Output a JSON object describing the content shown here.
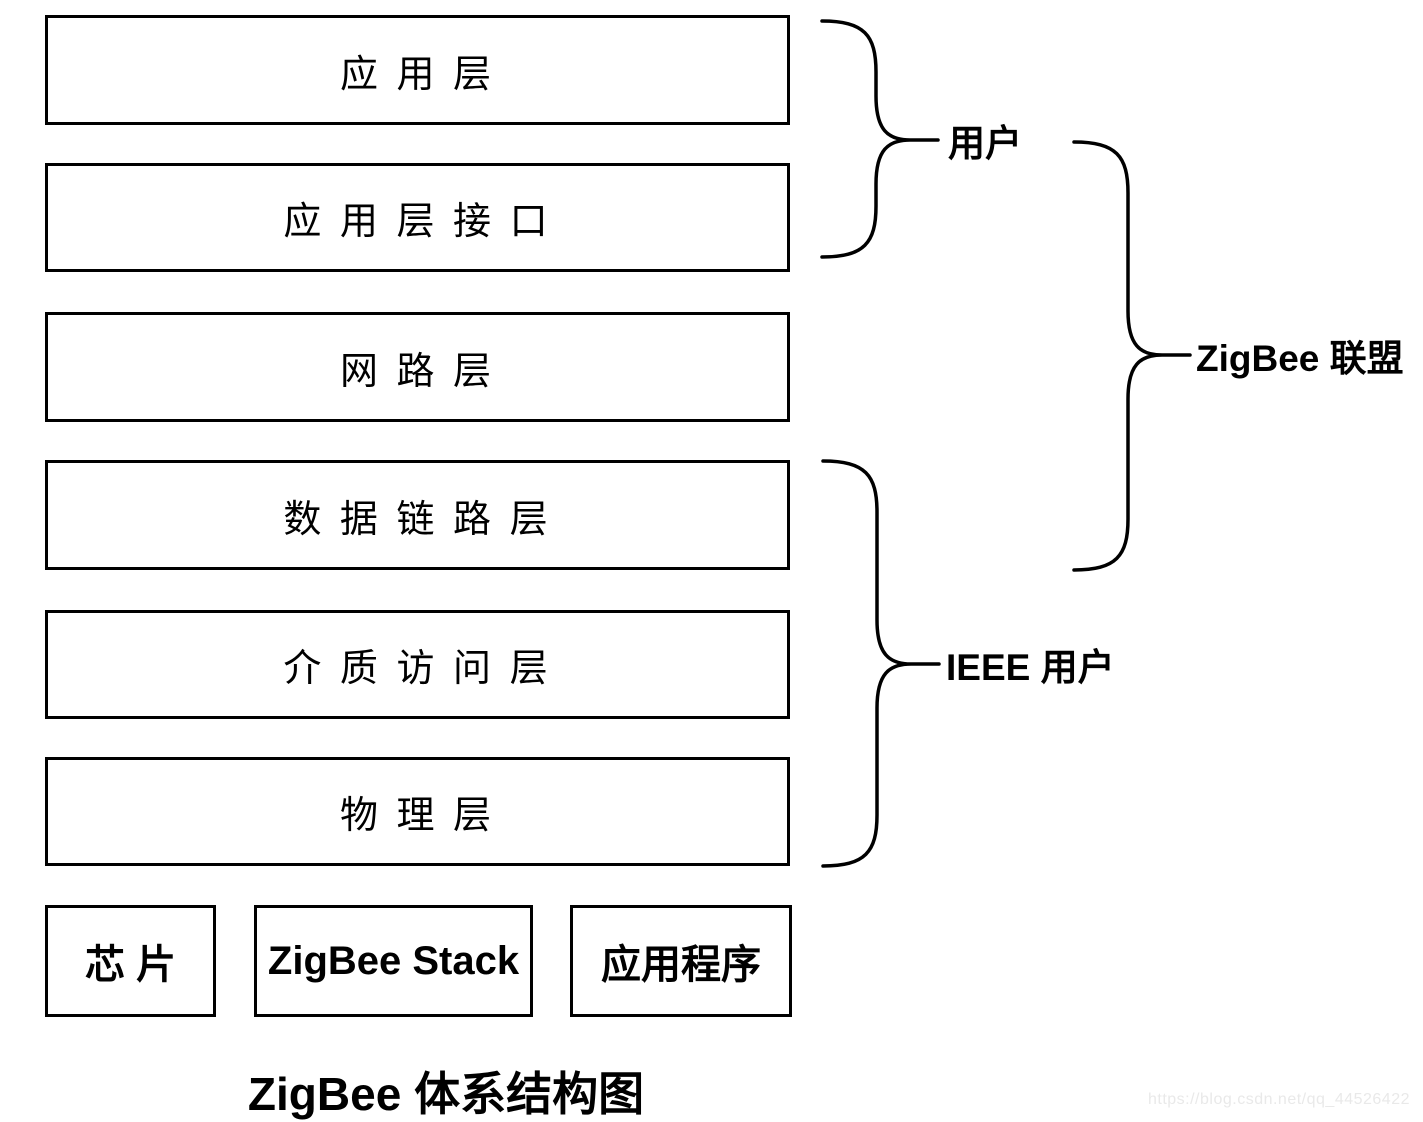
{
  "diagram": {
    "title": "ZigBee 体系结构图",
    "layers": [
      {
        "id": "application-layer",
        "label": "应 用 层"
      },
      {
        "id": "application-layer-interface",
        "label": "应 用 层 接 口"
      },
      {
        "id": "network-layer",
        "label": "网 路 层"
      },
      {
        "id": "data-link-layer",
        "label": "数 据 链 路 层"
      },
      {
        "id": "medium-access-layer",
        "label": "介 质 访 问 层"
      },
      {
        "id": "physical-layer",
        "label": "物 理 层"
      }
    ],
    "components": [
      {
        "id": "chip",
        "label": "芯 片"
      },
      {
        "id": "zigbee-stack",
        "label": "ZigBee Stack"
      },
      {
        "id": "application",
        "label": "应用程序"
      }
    ],
    "braces": [
      {
        "id": "user",
        "label": "用户",
        "spans": [
          "应 用 层",
          "应 用 层 接 口"
        ]
      },
      {
        "id": "zigbee-alliance",
        "label": "ZigBee 联盟",
        "spans": [
          "应 用 层",
          "应 用 层 接 口",
          "网 路 层",
          "数 据 链 路 层"
        ]
      },
      {
        "id": "ieee-user",
        "label": "IEEE 用户",
        "spans": [
          "数 据 链 路 层",
          "介 质 访 问 层",
          "物 理 层"
        ]
      }
    ],
    "watermark": "https://blog.csdn.net/qq_44526422",
    "colors": {
      "stroke": "#000000",
      "background": "#ffffff",
      "text": "#000000",
      "watermark": "#e9e9e9"
    }
  }
}
